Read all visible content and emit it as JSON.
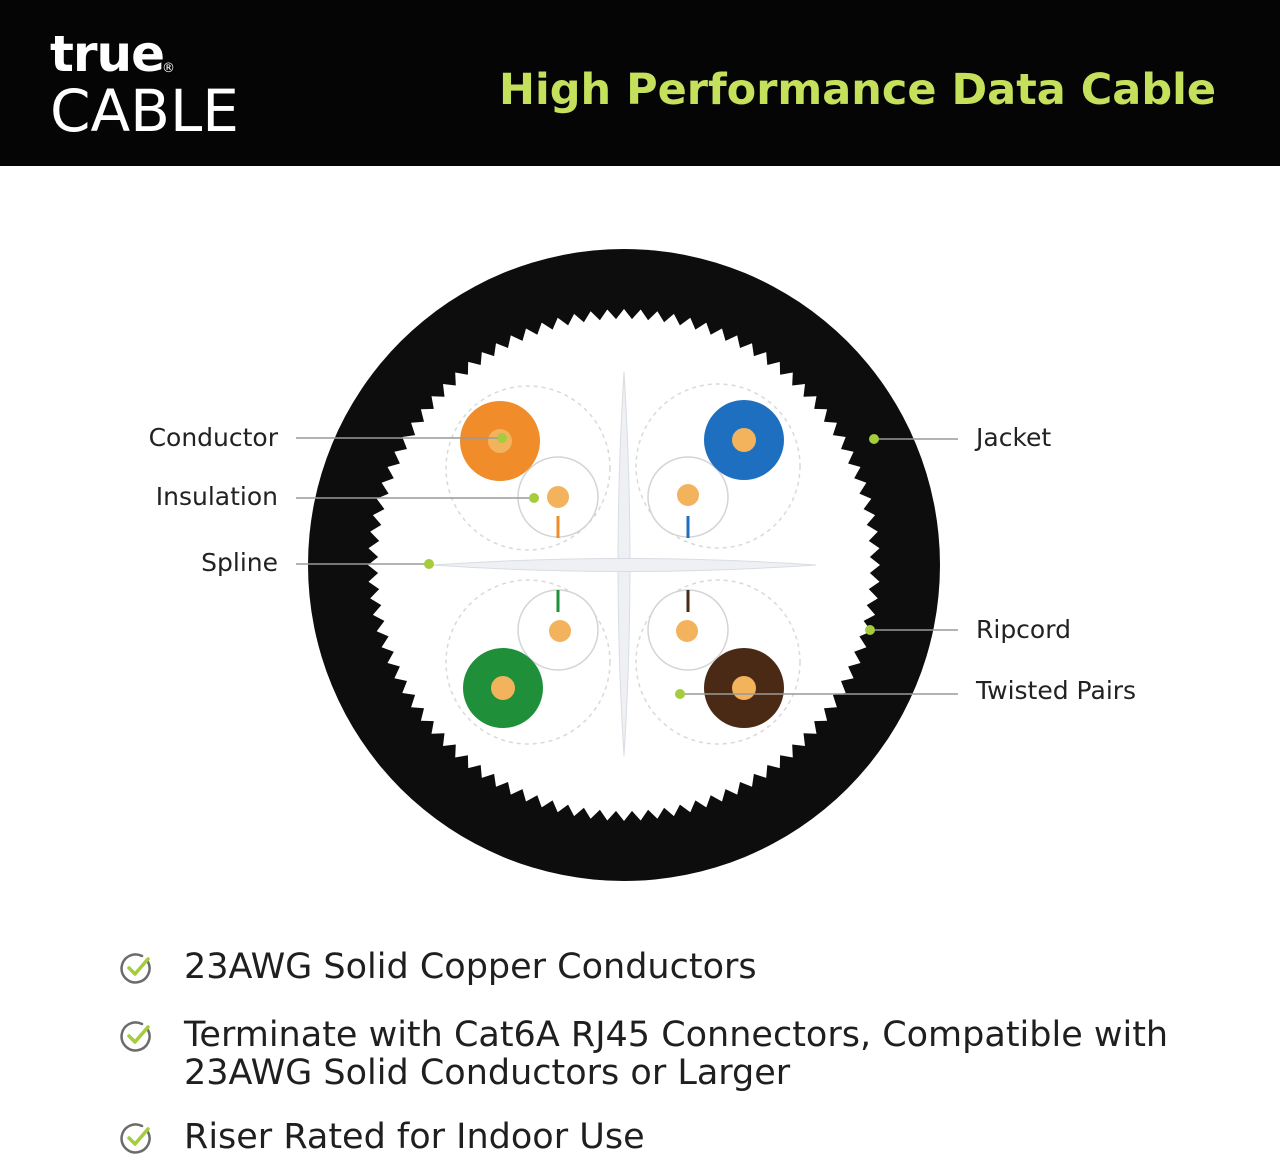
{
  "brand": {
    "line1": "true",
    "registered": "®",
    "line2": "CABLE"
  },
  "headline": "High Performance Data Cable",
  "colors": {
    "header_background": "#050505",
    "headline": "#c5e05a",
    "jacket": "#0d0d0d",
    "callout_dot": "#a4cc3c",
    "copper": "#f2b35c",
    "pair_orange": "#f08c2a",
    "pair_blue": "#1f6fc0",
    "pair_green": "#1f8f3a",
    "pair_brown": "#4a2a14"
  },
  "diagram": {
    "callouts": {
      "conductor": "Conductor",
      "insulation": "Insulation",
      "spline": "Spline",
      "jacket": "Jacket",
      "ripcord": "Ripcord",
      "twisted_pairs": "Twisted Pairs"
    },
    "pairs": [
      "orange",
      "blue",
      "green",
      "brown"
    ]
  },
  "features": [
    "23AWG Solid Copper Conductors",
    "Terminate with Cat6A RJ45 Connectors, Compatible with 23AWG Solid Conductors or Larger",
    "Riser Rated for Indoor Use"
  ]
}
